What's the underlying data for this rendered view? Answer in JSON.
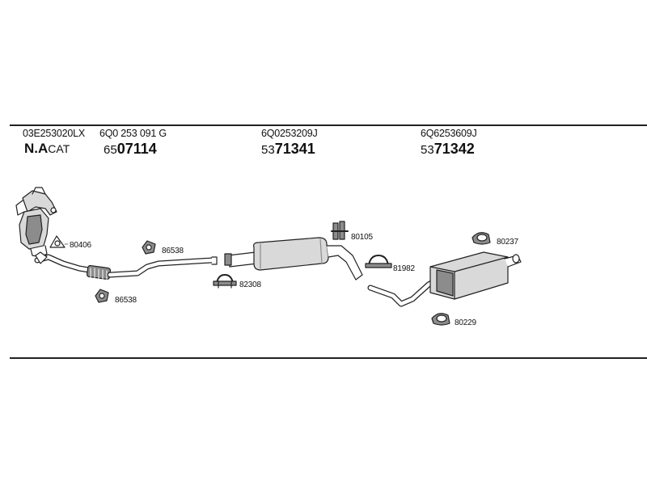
{
  "header": {
    "columns": [
      {
        "oem": "03E253020LX",
        "label_a": "N.A",
        "label_b": "CAT"
      },
      {
        "oem": "6Q0 253 091 G",
        "prefix": "65",
        "number": "07114"
      },
      {
        "oem": "6Q0253209J",
        "prefix": "53",
        "number": "71341"
      },
      {
        "oem": "6Q6253609J",
        "prefix": "53",
        "number": "71342"
      }
    ]
  },
  "callouts": {
    "gasket_80406": "80406",
    "clamp_86538_top": "86538",
    "clamp_86538_bottom": "86538",
    "clamp_82308": "82308",
    "hanger_80105": "80105",
    "clamp_81982": "81982",
    "hanger_80237": "80237",
    "hanger_80229": "80229"
  },
  "colors": {
    "line": "#222222",
    "part_fill": "#d9d9d9",
    "part_dark": "#8c8c8c"
  }
}
